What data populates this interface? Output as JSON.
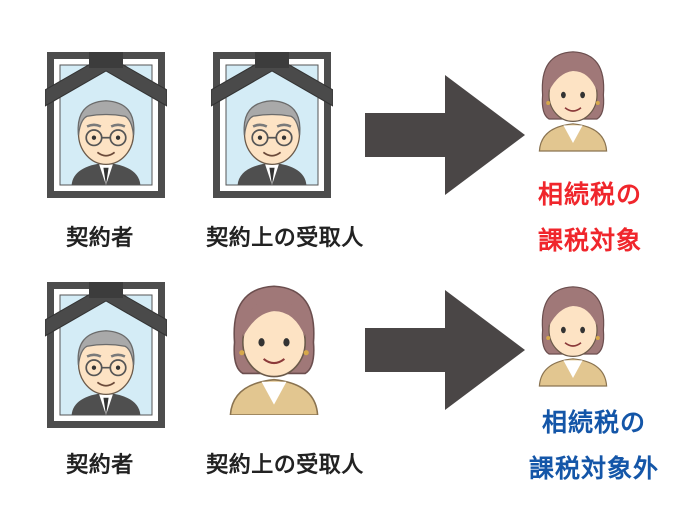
{
  "colors": {
    "taxable": "#f0262c",
    "non_taxable": "#1456a8",
    "arrow": "#4a4646",
    "frame": "#4d4d4d"
  },
  "rows": [
    {
      "policyholder_label": "契約者",
      "beneficiary_label": "契約上の受取人",
      "result_line1": "相続税の",
      "result_line2": "課税対象"
    },
    {
      "policyholder_label": "契約者",
      "beneficiary_label": "契約上の受取人",
      "result_line1": "相続税の",
      "result_line2": "課税対象外"
    }
  ]
}
